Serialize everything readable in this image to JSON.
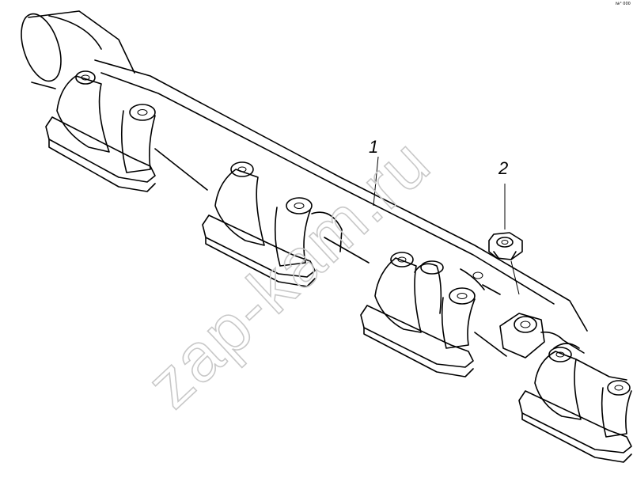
{
  "drawing": {
    "watermark": "zap-kam.ru",
    "corner_code": "№° 000",
    "callouts": [
      {
        "label": "1"
      },
      {
        "label": "2"
      }
    ]
  }
}
